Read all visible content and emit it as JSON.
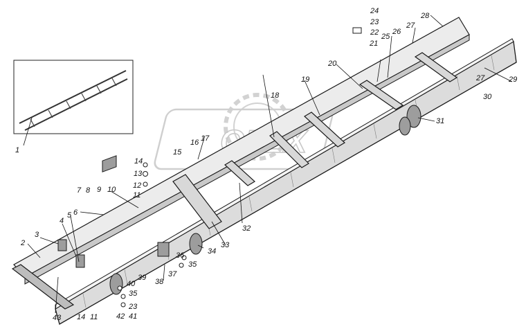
{
  "diagram": {
    "watermark_text": "OFEX",
    "callouts": [
      "1",
      "2",
      "3",
      "4",
      "5",
      "6",
      "7",
      "8",
      "9",
      "10",
      "11",
      "12",
      "13",
      "14",
      "15",
      "16",
      "17",
      "18",
      "19",
      "20",
      "21",
      "22",
      "23",
      "24",
      "25",
      "26",
      "27",
      "28",
      "29",
      "30",
      "31",
      "32",
      "33",
      "34",
      "35",
      "36",
      "37",
      "38",
      "39",
      "40",
      "41",
      "42",
      "43"
    ],
    "duplicate_callouts": [
      "11",
      "14",
      "23",
      "27",
      "35"
    ]
  }
}
